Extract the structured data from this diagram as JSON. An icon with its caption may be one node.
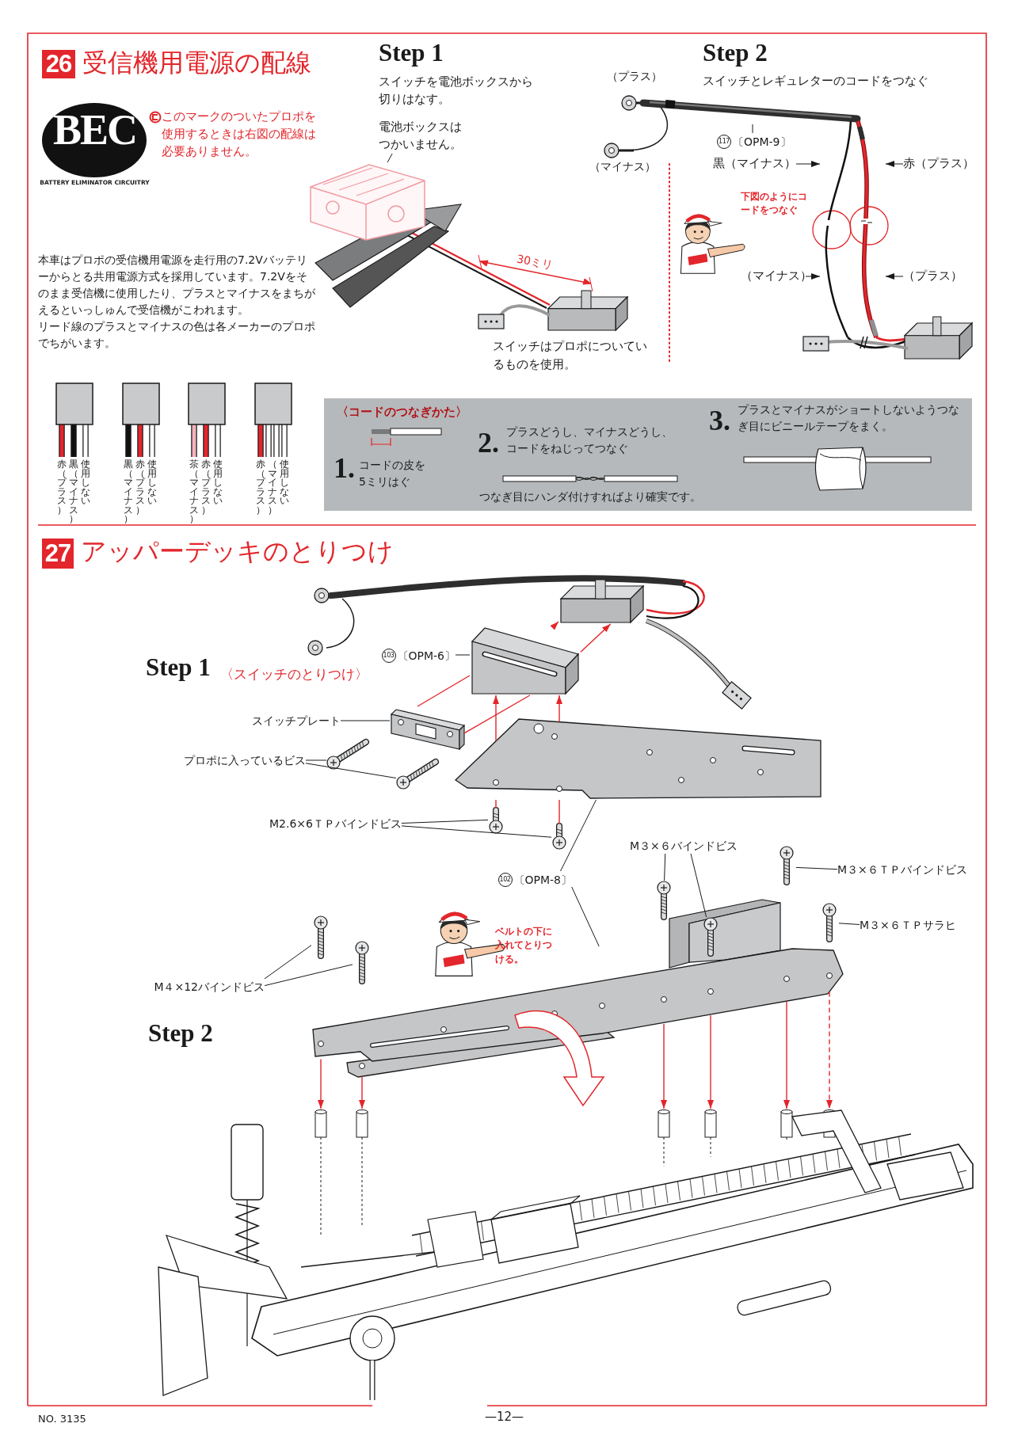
{
  "diagram": {
    "nodes": [
      {
        "text": [
          "26"
        ],
        "beside": [
          "受信機用電源の配線"
        ]
      },
      {
        "text": [
          "BEC",
          "BATTERY ELIMINATOR CIRCUITRY"
        ]
      },
      {
        "text": [],
        "shape": "box"
      },
      {
        "text": [],
        "shape": "box"
      },
      {
        "text": [],
        "shape": "box"
      },
      {
        "text": [],
        "shape": "box"
      },
      {
        "text": [
          "電池ボックスはつかいません。"
        ]
      },
      {
        "text": [],
        "shape": "picture"
      },
      {
        "text": [
          "117",
          "〔OPM-9〕"
        ]
      },
      {
        "text": [],
        "shape": "picture"
      },
      {
        "text": [
          "黒（マイナス）"
        ]
      },
      {
        "text": [],
        "shape": "picture"
      },
      {
        "text": [
          "赤（プラス）"
        ]
      },
      {
        "text": [],
        "shape": "picture"
      },
      {
        "text": [
          "（マイナス）"
        ]
      },
      {
        "text": [
          "（プラス）"
        ]
      },
      {
        "text": [
          "〈コードのつなぎかた〉",
          "1.",
          "コードの皮を5ミリはぐ",
          "2.",
          "プラスどうし、マイナスどうし、コードをねじってつなぐ",
          "つなぎ目にハンダ付けすればより確実です。",
          "3.",
          "プラスとマイナスがショートしないようつなぎ目にビニールテープをまく。"
        ]
      },
      {
        "text": [
          "27"
        ],
        "beside": [
          "アッパーデッキのとりつけ"
        ]
      },
      {
        "text": [],
        "shape": "picture"
      },
      {
        "text": [
          "103",
          "〔OPM-6〕"
        ]
      },
      {
        "text": [],
        "shape": "picture"
      },
      {
        "text": [
          "スイッチプレート"
        ]
      },
      {
        "text": [],
        "shape": "picture"
      },
      {
        "text": [
          "プロポに入っているビス"
        ]
      },
      {
        "text": [],
        "shape": "picture"
      },
      {
        "text": [],
        "shape": "picture"
      },
      {
        "text": [],
        "shape": "picture"
      },
      {
        "text": [
          "M2.6×6ＴＰバインドビス"
        ]
      },
      {
        "text": [],
        "shape": "picture"
      },
      {
        "text": [],
        "shape": "picture"
      },
      {
        "text": [
          "102",
          "〔OPM-8〕"
        ]
      },
      {
        "text": [
          "M３×６バインドビス"
        ]
      },
      {
        "text": [],
        "shape": "picture"
      },
      {
        "text": [],
        "shape": "picture"
      },
      {
        "text": [
          "M３×６ＴＰバインドビス"
        ]
      },
      {
        "text": [],
        "shape": "picture"
      },
      {
        "text": [
          "M３×６ＴＰサラヒ"
        ]
      },
      {
        "text": [],
        "shape": "picture"
      },
      {
        "text": [
          "M４×12バインドビス"
        ]
      },
      {
        "text": [],
        "shape": "picture"
      },
      {
        "text": [],
        "shape": "picture"
      },
      {
        "text": [],
        "shape": "picture"
      },
      {
        "text": [],
        "shape": "picture"
      }
    ],
    "edges": [
      {
        "from": 6,
        "to": 7,
        "arrow": "none"
      },
      {
        "from": 8,
        "to": 9,
        "arrow": "none"
      },
      {
        "from": 10,
        "to": 11,
        "arrow": "to"
      },
      {
        "from": 12,
        "to": 13,
        "arrow": "to"
      },
      {
        "from": 14,
        "to": 11,
        "arrow": "to"
      },
      {
        "from": 15,
        "to": 13,
        "arrow": "to"
      },
      {
        "from": 19,
        "to": 20,
        "arrow": "none"
      },
      {
        "from": 21,
        "to": 22,
        "arrow": "none"
      },
      {
        "from": 23,
        "to": 24,
        "arrow": "none"
      },
      {
        "from": 23,
        "to": 25,
        "arrow": "none"
      },
      {
        "from": 27,
        "to": 28,
        "arrow": "none"
      },
      {
        "from": 27,
        "to": 29,
        "arrow": "none"
      },
      {
        "from": 30,
        "to": 26,
        "arrow": "none"
      },
      {
        "from": 30,
        "to": 41,
        "arrow": "none"
      },
      {
        "from": 31,
        "to": 32,
        "arrow": "none"
      },
      {
        "from": 31,
        "to": 33,
        "arrow": "none"
      },
      {
        "from": 34,
        "to": 35,
        "arrow": "none"
      },
      {
        "from": 36,
        "to": 37,
        "arrow": "none"
      },
      {
        "from": 38,
        "to": 39,
        "arrow": "none"
      },
      {
        "from": 38,
        "to": 40,
        "arrow": "none"
      },
      {
        "from": 22,
        "to": 20,
        "arrow": "none",
        "color": "#e3262b"
      },
      {
        "from": 22,
        "to": 20,
        "arrow": "none",
        "color": "#e3262b"
      },
      {
        "from": 20,
        "to": 18,
        "arrow": "to",
        "color": "#e3262b"
      },
      {
        "from": 20,
        "to": 18,
        "arrow": "to",
        "color": "#e3262b"
      },
      {
        "from": 26,
        "to": 20,
        "arrow": "to",
        "color": "#e3262b"
      },
      {
        "from": 26,
        "to": 20,
        "arrow": "to",
        "color": "#e3262b"
      },
      {
        "from": 41,
        "to": 42,
        "arrow": "to",
        "color": "#e3262b"
      },
      {
        "from": 41,
        "to": 42,
        "arrow": "to",
        "color": "#e3262b"
      },
      {
        "from": 41,
        "to": 42,
        "arrow": "to",
        "color": "#e3262b"
      },
      {
        "from": 41,
        "to": 42,
        "arrow": "to",
        "color": "#e3262b"
      },
      {
        "from": 41,
        "to": 42,
        "arrow": "to",
        "color": "#e3262b"
      },
      {
        "from": 41,
        "to": 42,
        "arrow": "to",
        "color": "#e3262b",
        "style": "dashed"
      },
      {
        "from": 28,
        "to": 26,
        "arrow": "none",
        "color": "#e3262b"
      },
      {
        "from": 29,
        "to": 26,
        "arrow": "none",
        "color": "#e3262b"
      }
    ],
    "labels": [
      "このマークのついたプロポを使用するときは右図の配線は必要ありません。",
      "Step 1",
      "スイッチを電池ボックスから切りはなす。",
      "（プラス）",
      "Step 2",
      "スイッチとレギュレターのコードをつなぐ",
      "（マイナス）",
      "下図のようにコードをつなぐ",
      "30ミリ",
      "本車はプロポの受信機用電源を走行用の7.2Vバッテリーからとる共用電源方式を採用しています。7.2Vをそのまま受信機に使用したり、プラスとマイナスをまちがえるといっしゅんで受信機がこわれます。",
      "リード線のプラスとマイナスの色は各メーカーのプロポでちがいます。",
      "スイッチはプロポについているものを使用。",
      "赤（プラス）",
      "黒（マイナス）",
      "使用しない",
      "黒（マイナス）",
      "赤（プラス）",
      "使用しない",
      "茶（マイナス）",
      "赤（プラス）",
      "使用しない",
      "赤（プラス）",
      "（マイナス）",
      "使用しない",
      "Step 1",
      "〈スイッチのとりつけ〉",
      "ベルトの下に入れてとりつける。",
      "Step 2",
      "NO. 3135",
      "—12—"
    ]
  }
}
